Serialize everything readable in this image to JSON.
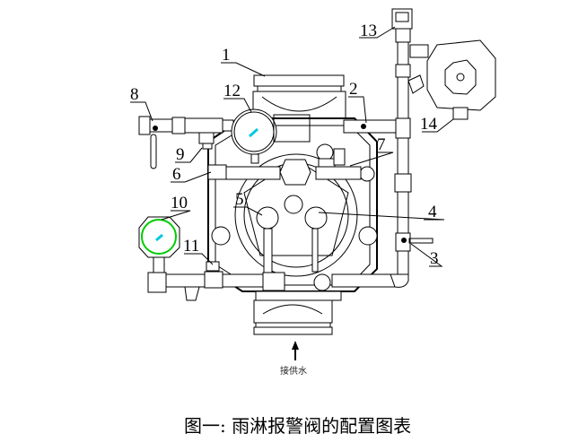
{
  "diagram": {
    "caption": "图一: 雨淋报警阀的配置图表",
    "inlet_label": "接供水",
    "part_labels": [
      "1",
      "2",
      "3",
      "4",
      "5",
      "6",
      "7",
      "8",
      "9",
      "10",
      "11",
      "12",
      "13",
      "14"
    ],
    "colors": {
      "line": "#000000",
      "gauge_ring": "#00cc00",
      "gauge_needle": "#00c8e0"
    }
  }
}
